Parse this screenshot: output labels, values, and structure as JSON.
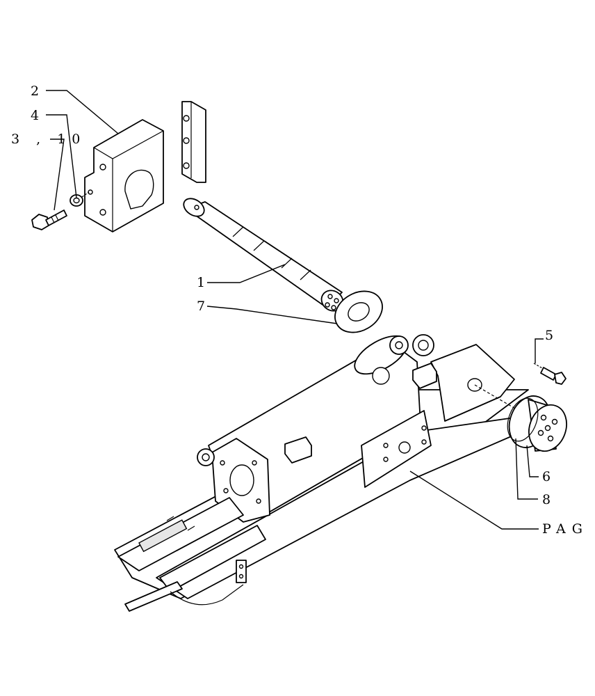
{
  "callouts": {
    "c1": "1",
    "c2": "2",
    "c3_10": "3 , 10",
    "c4": "4",
    "c5": "5",
    "c6": "6",
    "c7": "7",
    "c8": "8",
    "pag": "PAG"
  },
  "parts": [
    {
      "ref": "1",
      "name": "pin-shaft"
    },
    {
      "ref": "2",
      "name": "support-block"
    },
    {
      "ref": "3 , 10",
      "name": "bolt"
    },
    {
      "ref": "4",
      "name": "washer"
    },
    {
      "ref": "5",
      "name": "bolt"
    },
    {
      "ref": "6",
      "name": "cover-plug"
    },
    {
      "ref": "7",
      "name": "thrust-washer"
    },
    {
      "ref": "8",
      "name": "o-ring"
    },
    {
      "ref": "PAG",
      "name": "axle-housing"
    }
  ]
}
